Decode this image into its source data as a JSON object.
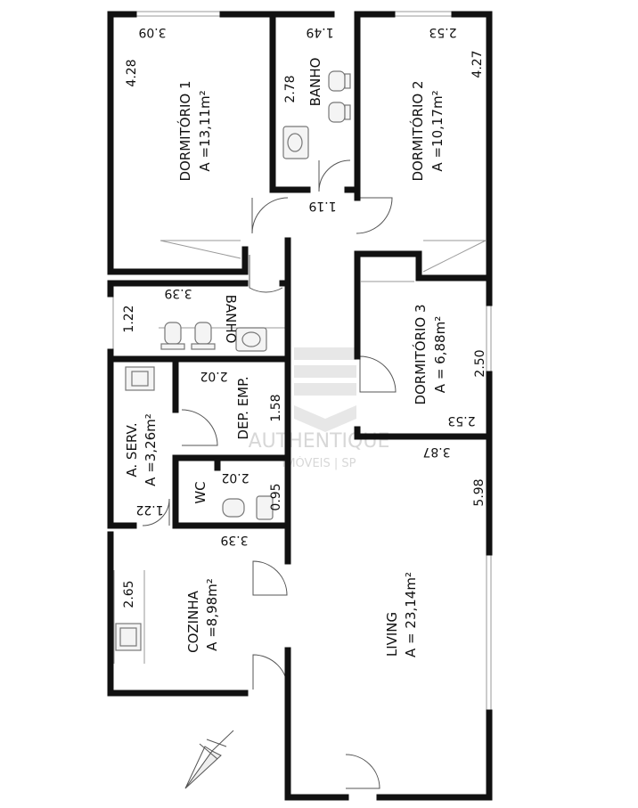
{
  "rooms": {
    "dorm1": {
      "name": "DORMITÓRIO 1",
      "area": "A =13,11m²"
    },
    "banho1": {
      "name": "BANHO"
    },
    "dorm2": {
      "name": "DORMITÓRIO 2",
      "area": "A =10,17m²"
    },
    "banho2": {
      "name": "BANHO"
    },
    "dorm3": {
      "name": "DORMITÓRIO 3",
      "area": "A = 6,88m²"
    },
    "aserv": {
      "name": "A. SERV.",
      "area": "A =3,26m²"
    },
    "depemp": {
      "name": "DEP. EMP."
    },
    "wc": {
      "name": "WC"
    },
    "cozinha": {
      "name": "COZINHA",
      "area": "A =8,98m²"
    },
    "living": {
      "name": "LIVING",
      "area": "A = 23,14m²"
    }
  },
  "dimensions": {
    "d_309": "3.09",
    "d_428": "4.28",
    "d_149": "1.49",
    "d_278": "2.78",
    "d_253_top": "2.53",
    "d_427": "4.27",
    "d_119": "1.19",
    "d_339_top": "3.39",
    "d_122_vert": "1.22",
    "d_202_dep": "2.02",
    "d_158": "1.58",
    "d_250": "2.50",
    "d_253_d3": "2.53",
    "d_387": "3.87",
    "d_598": "5.98",
    "d_202_wc": "2.02",
    "d_095": "0.95",
    "d_122_horiz": "1.22",
    "d_339_coz": "3.39",
    "d_265": "2.65"
  },
  "watermark": {
    "brand": "AUTHENTIQUE",
    "sub": "IMÓVEIS | SP"
  }
}
